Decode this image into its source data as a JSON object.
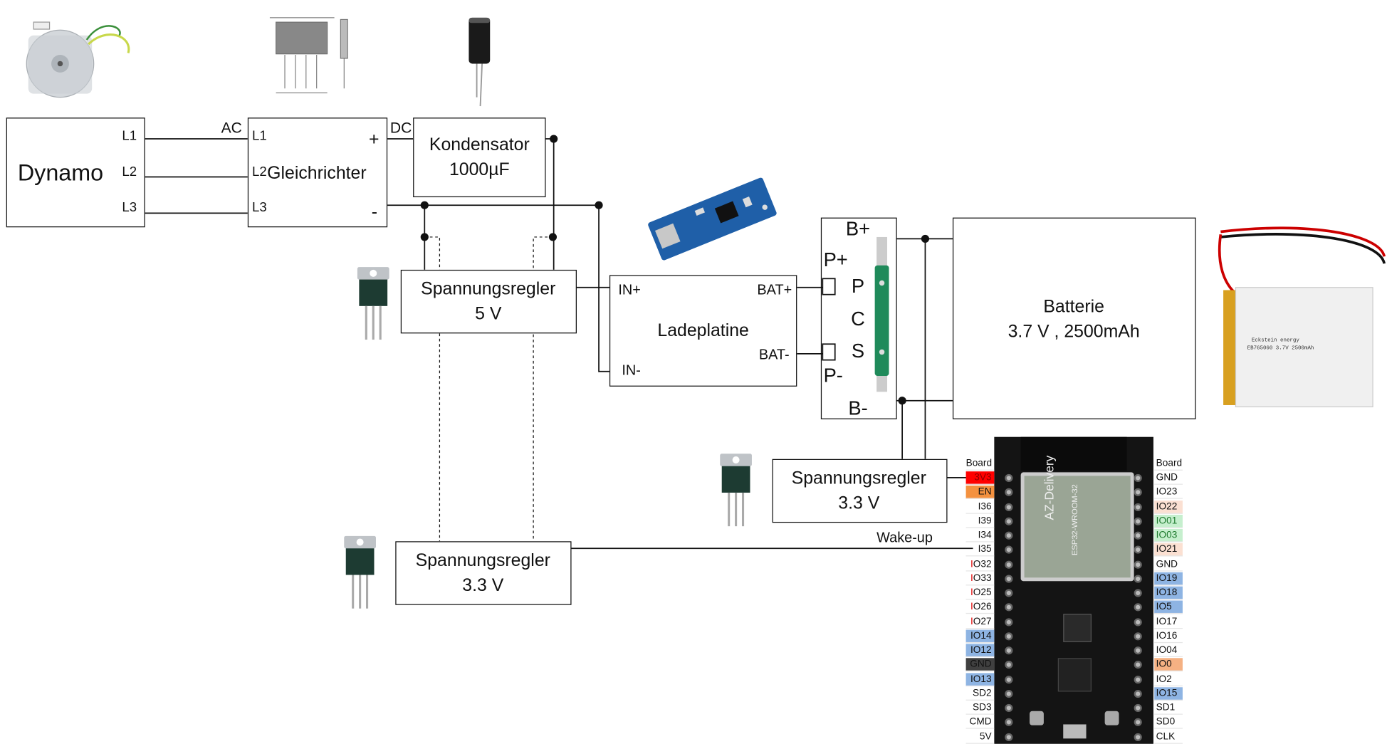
{
  "dynamo": {
    "title": "Dynamo",
    "pins": [
      "L1",
      "L2",
      "L3"
    ]
  },
  "ac_label": "AC",
  "rectifier": {
    "title": "Gleichrichter",
    "pins": [
      "L1",
      "L2",
      "L3"
    ],
    "plus": "+",
    "minus": "-"
  },
  "dc_label": "DC",
  "capacitor": {
    "title": "Kondensator",
    "value": "1000µF"
  },
  "regulator_5v": {
    "title": "Spannungsregler",
    "value": "5 V"
  },
  "charger": {
    "title": "Ladeplatine",
    "in_plus": "IN+",
    "in_minus": "IN-",
    "bat_plus": "BAT+",
    "bat_minus": "BAT-"
  },
  "pcs": {
    "b_plus": "B+",
    "p_plus": "P+",
    "p": "P",
    "c": "C",
    "s": "S",
    "p_minus": "P-",
    "b_minus": "B-"
  },
  "battery": {
    "title": "Batterie",
    "value": "3.7 V , 2500mAh"
  },
  "regulator_33v_a": {
    "title": "Spannungsregler",
    "value": "3.3 V"
  },
  "regulator_33v_b": {
    "title": "Spannungsregler",
    "value": "3.3 V"
  },
  "wakeup_label": "Wake-up",
  "esp32": {
    "left_header": "Board",
    "right_header": "Board",
    "left_pins": [
      {
        "label": "3V3",
        "bg": "#ff0000",
        "fg": "#8b0000"
      },
      {
        "label": "EN",
        "bg": "#f4913f",
        "fg": "#111"
      },
      {
        "label": "I36",
        "bg": "",
        "fg": "#111"
      },
      {
        "label": "I39",
        "bg": "",
        "fg": "#111"
      },
      {
        "label": "I34",
        "bg": "",
        "fg": "#111"
      },
      {
        "label": "I35",
        "bg": "",
        "fg": "#111"
      },
      {
        "label": "IO32",
        "bg": "",
        "fg": "#111",
        "red": true
      },
      {
        "label": "IO33",
        "bg": "",
        "fg": "#111",
        "red": true
      },
      {
        "label": "IO25",
        "bg": "",
        "fg": "#111",
        "red": true
      },
      {
        "label": "IO26",
        "bg": "",
        "fg": "#111",
        "red": true
      },
      {
        "label": "IO27",
        "bg": "",
        "fg": "#111",
        "red": true
      },
      {
        "label": "IO14",
        "bg": "#8eb4e3",
        "fg": "#111"
      },
      {
        "label": "IO12",
        "bg": "#8eb4e3",
        "fg": "#111"
      },
      {
        "label": "GND",
        "bg": "#404040",
        "fg": "#111"
      },
      {
        "label": "IO13",
        "bg": "#8eb4e3",
        "fg": "#111"
      },
      {
        "label": "SD2",
        "bg": "",
        "fg": "#111"
      },
      {
        "label": "SD3",
        "bg": "",
        "fg": "#111"
      },
      {
        "label": "CMD",
        "bg": "",
        "fg": "#111"
      },
      {
        "label": "5V",
        "bg": "",
        "fg": "#111"
      }
    ],
    "right_pins": [
      {
        "label": "GND",
        "bg": "",
        "fg": "#111"
      },
      {
        "label": "IO23",
        "bg": "",
        "fg": "#111"
      },
      {
        "label": "IO22",
        "bg": "#fbe0d2",
        "fg": "#111"
      },
      {
        "label": "IO01",
        "bg": "#c6efce",
        "fg": "#1e7a2e"
      },
      {
        "label": "IO03",
        "bg": "#c6efce",
        "fg": "#1e7a2e"
      },
      {
        "label": "IO21",
        "bg": "#fbe0d2",
        "fg": "#111"
      },
      {
        "label": "GND",
        "bg": "",
        "fg": "#111"
      },
      {
        "label": "IO19",
        "bg": "#8eb4e3",
        "fg": "#111"
      },
      {
        "label": "IO18",
        "bg": "#8eb4e3",
        "fg": "#111"
      },
      {
        "label": "IO5",
        "bg": "#8eb4e3",
        "fg": "#111"
      },
      {
        "label": "IO17",
        "bg": "",
        "fg": "#111"
      },
      {
        "label": "IO16",
        "bg": "",
        "fg": "#111"
      },
      {
        "label": "IO04",
        "bg": "",
        "fg": "#111"
      },
      {
        "label": "IO0",
        "bg": "#f5b183",
        "fg": "#111"
      },
      {
        "label": "IO2",
        "bg": "",
        "fg": "#111"
      },
      {
        "label": "IO15",
        "bg": "#8eb4e3",
        "fg": "#111"
      },
      {
        "label": "SD1",
        "bg": "",
        "fg": "#111"
      },
      {
        "label": "SD0",
        "bg": "",
        "fg": "#111"
      },
      {
        "label": "CLK",
        "bg": "",
        "fg": "#111"
      }
    ],
    "module_brand": "AZ-Delivery",
    "module_name": "ESP32-WROOM-32"
  }
}
